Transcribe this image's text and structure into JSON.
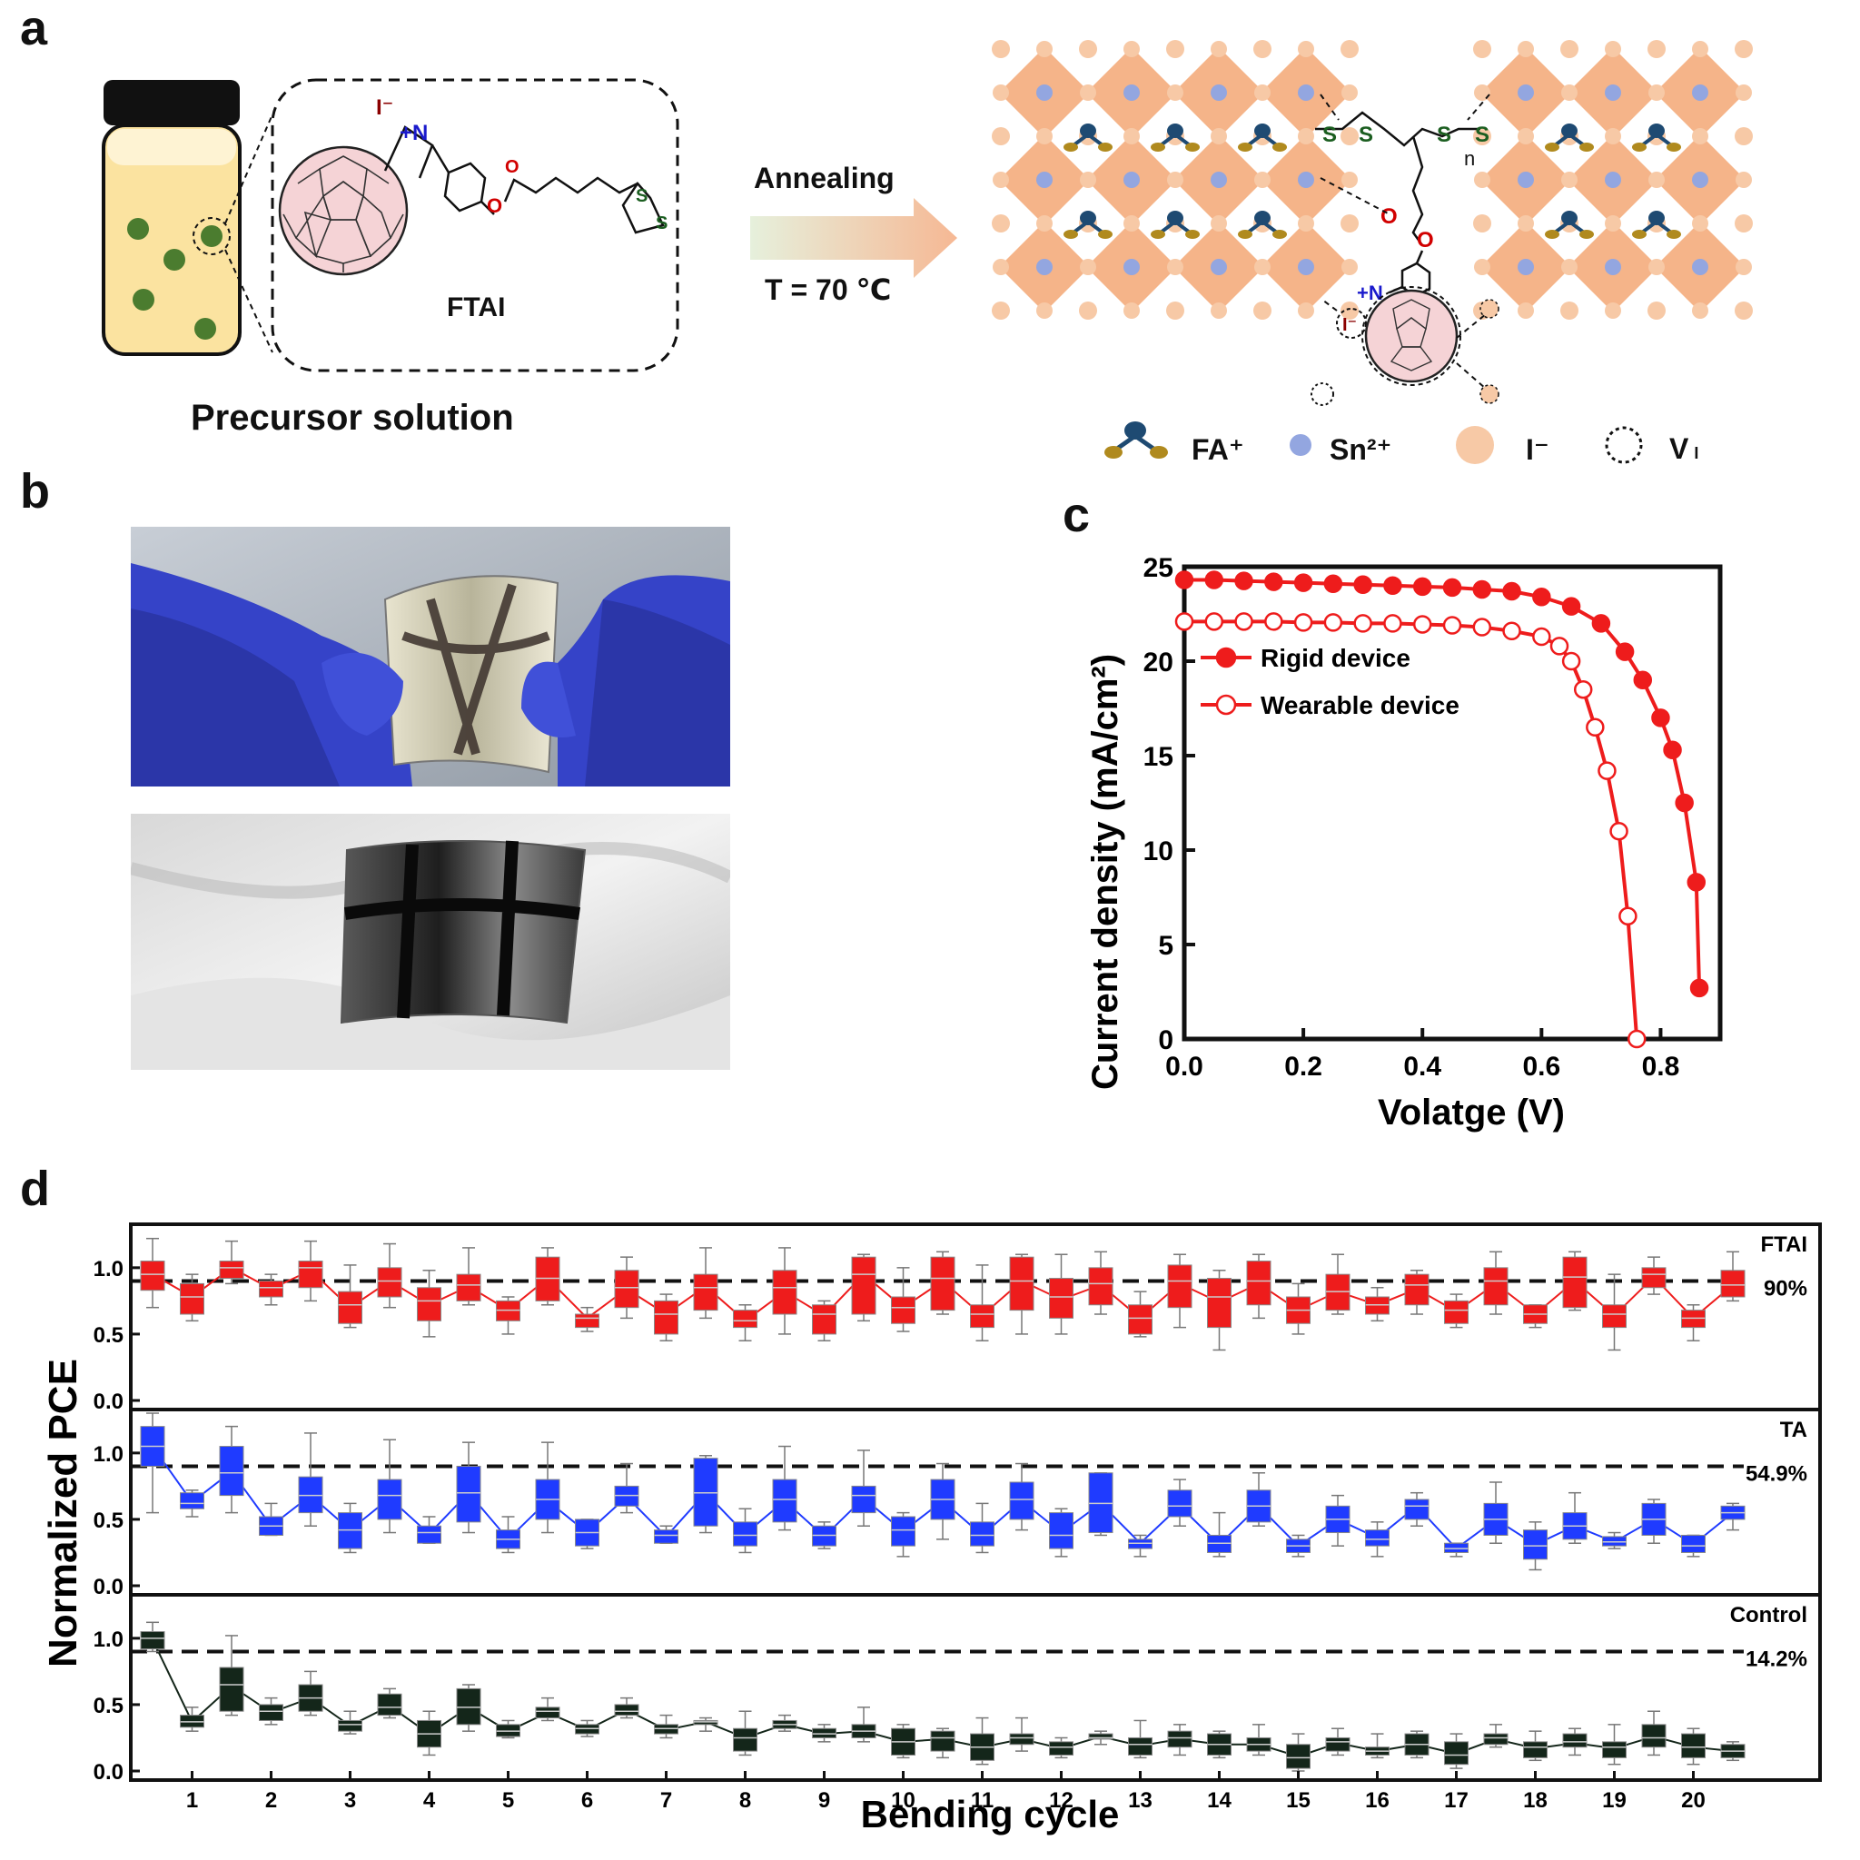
{
  "panels": {
    "a": "a",
    "b": "b",
    "c": "c",
    "d": "d"
  },
  "panel_a": {
    "precursor_label": "Precursor solution",
    "molecule_label": "FTAI",
    "arrow_top": "Annealing",
    "arrow_bottom": "T = 70 ℃",
    "legend": [
      "FA⁺",
      "Sn²⁺",
      "I⁻",
      "V"
    ],
    "legend_vacancy_sub": "I",
    "atoms": {
      "I_minus": "I⁻",
      "N_plus": "+N",
      "O": "O",
      "S": "S",
      "n": "n"
    }
  },
  "colors": {
    "red": "#ee1c1c",
    "blue": "#1f3bff",
    "dark": "#14261a",
    "octahedron": "#f4b083",
    "iodide": "#f7c9a6",
    "tin": "#93a6e0",
    "fa_body": "#1e4a72",
    "fa_end": "#b08a1e",
    "vial_liquid": "#fbe3a0",
    "droplet": "#4b7c2f",
    "fullerene": "#f5d3d6",
    "glove": "#3543c8"
  },
  "chart_data": [
    {
      "panel": "c",
      "type": "line",
      "xlabel": "Volatge (V)",
      "ylabel": "Current density (mA/cm²)",
      "xlim": [
        0,
        0.9
      ],
      "ylim": [
        0,
        25
      ],
      "x_ticks": [
        "0.0",
        "0.2",
        "0.4",
        "0.6",
        "0.8"
      ],
      "y_ticks": [
        "0",
        "5",
        "10",
        "15",
        "20",
        "25"
      ],
      "legend_position": "upper-left",
      "series": [
        {
          "name": "Rigid device",
          "marker": "filled-circle",
          "x": [
            0.0,
            0.05,
            0.1,
            0.15,
            0.2,
            0.25,
            0.3,
            0.35,
            0.4,
            0.45,
            0.5,
            0.55,
            0.6,
            0.65,
            0.7,
            0.74,
            0.77,
            0.8,
            0.82,
            0.84,
            0.86,
            0.865
          ],
          "y": [
            24.3,
            24.3,
            24.25,
            24.2,
            24.15,
            24.1,
            24.05,
            24.0,
            23.95,
            23.9,
            23.8,
            23.7,
            23.4,
            22.9,
            22.0,
            20.5,
            19.0,
            17.0,
            15.3,
            12.5,
            8.3,
            2.7
          ]
        },
        {
          "name": "Wearable device",
          "marker": "open-circle",
          "x": [
            0.0,
            0.05,
            0.1,
            0.15,
            0.2,
            0.25,
            0.3,
            0.35,
            0.4,
            0.45,
            0.5,
            0.55,
            0.6,
            0.63,
            0.65,
            0.67,
            0.69,
            0.71,
            0.73,
            0.745,
            0.76
          ],
          "y": [
            22.1,
            22.1,
            22.1,
            22.1,
            22.05,
            22.05,
            22.0,
            22.0,
            21.95,
            21.9,
            21.8,
            21.6,
            21.3,
            20.8,
            20.0,
            18.5,
            16.5,
            14.2,
            11.0,
            6.5,
            0.0
          ]
        }
      ]
    },
    {
      "panel": "d",
      "type": "box",
      "xlabel": "Bending cycle",
      "ylabel": "Normalized PCE",
      "ylim": [
        0,
        1.3
      ],
      "y_ticks": [
        "0.0",
        "0.5",
        "1.0"
      ],
      "x_ticks": [
        "1",
        "2",
        "3",
        "4",
        "5",
        "6",
        "7",
        "8",
        "9",
        "10",
        "11",
        "12",
        "13",
        "14",
        "15",
        "16",
        "17",
        "18",
        "19",
        "20"
      ],
      "reference_line": 0.9,
      "series": [
        {
          "name": "FTAI",
          "retention": "90%",
          "color": "#ee1c1c",
          "median": [
            0.95,
            0.78,
            1.0,
            0.85,
            1.0,
            0.72,
            0.9,
            0.75,
            0.87,
            0.68,
            0.92,
            0.62,
            0.85,
            0.65,
            0.85,
            0.6,
            0.85,
            0.65,
            0.95,
            0.7,
            0.92,
            0.65,
            0.9,
            0.78,
            0.88,
            0.62,
            0.9,
            0.78,
            0.9,
            0.68,
            0.82,
            0.72,
            0.87,
            0.68,
            0.9,
            0.65,
            0.93,
            0.65,
            0.95,
            0.62,
            0.87
          ],
          "q1": [
            0.83,
            0.65,
            0.92,
            0.78,
            0.85,
            0.58,
            0.78,
            0.6,
            0.75,
            0.6,
            0.75,
            0.55,
            0.7,
            0.5,
            0.68,
            0.55,
            0.65,
            0.5,
            0.65,
            0.58,
            0.68,
            0.55,
            0.68,
            0.62,
            0.72,
            0.5,
            0.7,
            0.55,
            0.72,
            0.58,
            0.68,
            0.65,
            0.72,
            0.58,
            0.72,
            0.58,
            0.7,
            0.55,
            0.85,
            0.55,
            0.78
          ],
          "q3": [
            1.05,
            0.88,
            1.05,
            0.9,
            1.05,
            0.82,
            1.0,
            0.85,
            0.95,
            0.75,
            1.08,
            0.65,
            0.98,
            0.75,
            0.95,
            0.68,
            0.98,
            0.72,
            1.08,
            0.78,
            1.08,
            0.72,
            1.08,
            0.92,
            1.0,
            0.72,
            1.02,
            0.92,
            1.05,
            0.78,
            0.95,
            0.78,
            0.95,
            0.75,
            1.0,
            0.72,
            1.08,
            0.72,
            1.0,
            0.68,
            0.98
          ],
          "lo": [
            0.7,
            0.6,
            0.88,
            0.72,
            0.75,
            0.55,
            0.7,
            0.48,
            0.72,
            0.5,
            0.72,
            0.52,
            0.62,
            0.45,
            0.62,
            0.45,
            0.5,
            0.45,
            0.6,
            0.52,
            0.65,
            0.45,
            0.5,
            0.5,
            0.65,
            0.48,
            0.55,
            0.38,
            0.62,
            0.5,
            0.65,
            0.6,
            0.65,
            0.55,
            0.65,
            0.55,
            0.68,
            0.38,
            0.8,
            0.45,
            0.75
          ],
          "hi": [
            1.22,
            0.95,
            1.2,
            0.95,
            1.2,
            1.02,
            1.18,
            0.98,
            1.15,
            0.78,
            1.15,
            0.7,
            1.08,
            0.8,
            1.15,
            0.72,
            1.15,
            0.75,
            1.1,
            1.0,
            1.12,
            1.02,
            1.1,
            1.1,
            1.12,
            0.82,
            1.1,
            0.98,
            1.1,
            0.88,
            1.1,
            0.85,
            0.98,
            0.8,
            1.12,
            0.72,
            1.12,
            0.95,
            1.08,
            0.72,
            1.12
          ],
          "mean": [
            0.95,
            0.78,
            1.0,
            0.84,
            0.98,
            0.7,
            0.9,
            0.72,
            0.86,
            0.68,
            0.92,
            0.62,
            0.84,
            0.65,
            0.86,
            0.6,
            0.82,
            0.64,
            0.95,
            0.7,
            0.9,
            0.64,
            0.9,
            0.76,
            0.87,
            0.62,
            0.88,
            0.74,
            0.88,
            0.68,
            0.82,
            0.72,
            0.84,
            0.67,
            0.88,
            0.65,
            0.9,
            0.64,
            0.93,
            0.62,
            0.87
          ]
        },
        {
          "name": "TA",
          "retention": "54.9%",
          "color": "#1f3bff",
          "median": [
            1.05,
            0.62,
            0.85,
            0.45,
            0.68,
            0.42,
            0.68,
            0.4,
            0.7,
            0.35,
            0.65,
            0.4,
            0.68,
            0.38,
            0.7,
            0.38,
            0.65,
            0.38,
            0.68,
            0.42,
            0.65,
            0.38,
            0.65,
            0.38,
            0.62,
            0.32,
            0.6,
            0.32,
            0.6,
            0.3,
            0.5,
            0.35,
            0.6,
            0.28,
            0.5,
            0.3,
            0.45,
            0.33,
            0.5,
            0.3,
            0.55
          ],
          "q1": [
            0.9,
            0.58,
            0.68,
            0.38,
            0.55,
            0.28,
            0.5,
            0.32,
            0.48,
            0.28,
            0.5,
            0.3,
            0.6,
            0.32,
            0.45,
            0.3,
            0.48,
            0.3,
            0.55,
            0.3,
            0.5,
            0.3,
            0.5,
            0.28,
            0.4,
            0.28,
            0.52,
            0.25,
            0.48,
            0.25,
            0.4,
            0.3,
            0.5,
            0.25,
            0.38,
            0.2,
            0.35,
            0.3,
            0.38,
            0.25,
            0.5
          ],
          "q3": [
            1.2,
            0.7,
            1.05,
            0.52,
            0.82,
            0.55,
            0.8,
            0.45,
            0.9,
            0.42,
            0.8,
            0.5,
            0.75,
            0.42,
            0.96,
            0.48,
            0.8,
            0.45,
            0.75,
            0.52,
            0.8,
            0.48,
            0.78,
            0.55,
            0.85,
            0.35,
            0.72,
            0.38,
            0.72,
            0.35,
            0.6,
            0.42,
            0.65,
            0.32,
            0.62,
            0.42,
            0.55,
            0.37,
            0.62,
            0.38,
            0.6
          ],
          "lo": [
            0.55,
            0.52,
            0.55,
            0.38,
            0.45,
            0.25,
            0.4,
            0.32,
            0.4,
            0.25,
            0.4,
            0.28,
            0.55,
            0.32,
            0.4,
            0.25,
            0.42,
            0.28,
            0.45,
            0.22,
            0.35,
            0.25,
            0.42,
            0.22,
            0.38,
            0.22,
            0.45,
            0.22,
            0.45,
            0.22,
            0.3,
            0.22,
            0.45,
            0.22,
            0.32,
            0.12,
            0.32,
            0.28,
            0.32,
            0.22,
            0.42
          ],
          "hi": [
            1.3,
            0.72,
            1.2,
            0.62,
            1.15,
            0.62,
            1.1,
            0.52,
            1.08,
            0.52,
            1.08,
            0.5,
            0.92,
            0.45,
            0.98,
            0.58,
            1.05,
            0.48,
            1.02,
            0.55,
            0.92,
            0.62,
            0.92,
            0.58,
            0.85,
            0.38,
            0.8,
            0.55,
            0.85,
            0.38,
            0.68,
            0.48,
            0.7,
            0.32,
            0.78,
            0.48,
            0.7,
            0.4,
            0.65,
            0.38,
            0.62
          ],
          "mean": [
            1.05,
            0.63,
            0.86,
            0.45,
            0.68,
            0.42,
            0.66,
            0.39,
            0.7,
            0.35,
            0.64,
            0.4,
            0.67,
            0.37,
            0.7,
            0.39,
            0.64,
            0.37,
            0.66,
            0.41,
            0.64,
            0.38,
            0.64,
            0.4,
            0.62,
            0.32,
            0.6,
            0.31,
            0.6,
            0.3,
            0.5,
            0.36,
            0.6,
            0.28,
            0.5,
            0.31,
            0.45,
            0.33,
            0.5,
            0.31,
            0.55
          ]
        },
        {
          "name": "Control",
          "retention": "14.2%",
          "color": "#14261a",
          "median": [
            1.0,
            0.37,
            0.65,
            0.45,
            0.55,
            0.35,
            0.48,
            0.28,
            0.48,
            0.3,
            0.45,
            0.32,
            0.45,
            0.32,
            0.37,
            0.25,
            0.35,
            0.28,
            0.3,
            0.22,
            0.25,
            0.18,
            0.25,
            0.18,
            0.25,
            0.2,
            0.25,
            0.2,
            0.2,
            0.1,
            0.22,
            0.15,
            0.2,
            0.12,
            0.25,
            0.18,
            0.22,
            0.18,
            0.25,
            0.18,
            0.15
          ],
          "q1": [
            0.92,
            0.33,
            0.45,
            0.38,
            0.45,
            0.3,
            0.42,
            0.18,
            0.35,
            0.26,
            0.4,
            0.28,
            0.42,
            0.28,
            0.35,
            0.15,
            0.32,
            0.25,
            0.25,
            0.12,
            0.15,
            0.08,
            0.2,
            0.12,
            0.24,
            0.12,
            0.18,
            0.12,
            0.15,
            0.02,
            0.15,
            0.12,
            0.12,
            0.05,
            0.2,
            0.1,
            0.18,
            0.1,
            0.18,
            0.1,
            0.1
          ],
          "q3": [
            1.05,
            0.42,
            0.78,
            0.5,
            0.65,
            0.38,
            0.58,
            0.38,
            0.62,
            0.35,
            0.48,
            0.35,
            0.5,
            0.35,
            0.38,
            0.32,
            0.38,
            0.32,
            0.35,
            0.32,
            0.3,
            0.28,
            0.28,
            0.22,
            0.28,
            0.25,
            0.3,
            0.28,
            0.25,
            0.2,
            0.25,
            0.18,
            0.28,
            0.22,
            0.28,
            0.22,
            0.28,
            0.22,
            0.35,
            0.28,
            0.2
          ],
          "lo": [
            0.9,
            0.3,
            0.42,
            0.35,
            0.42,
            0.28,
            0.4,
            0.12,
            0.3,
            0.25,
            0.38,
            0.26,
            0.4,
            0.25,
            0.3,
            0.12,
            0.3,
            0.22,
            0.22,
            0.1,
            0.1,
            0.05,
            0.15,
            0.1,
            0.2,
            0.1,
            0.12,
            0.1,
            0.12,
            0.0,
            0.12,
            0.1,
            0.1,
            0.02,
            0.18,
            0.08,
            0.12,
            0.05,
            0.12,
            0.05,
            0.08
          ],
          "hi": [
            1.12,
            0.48,
            1.02,
            0.55,
            0.75,
            0.45,
            0.62,
            0.45,
            0.65,
            0.38,
            0.55,
            0.38,
            0.55,
            0.42,
            0.4,
            0.45,
            0.42,
            0.35,
            0.48,
            0.35,
            0.32,
            0.4,
            0.4,
            0.25,
            0.3,
            0.38,
            0.35,
            0.3,
            0.35,
            0.28,
            0.32,
            0.28,
            0.3,
            0.28,
            0.35,
            0.3,
            0.32,
            0.35,
            0.45,
            0.32,
            0.22
          ],
          "mean": [
            0.99,
            0.37,
            0.64,
            0.44,
            0.55,
            0.34,
            0.49,
            0.28,
            0.48,
            0.3,
            0.44,
            0.31,
            0.46,
            0.31,
            0.37,
            0.25,
            0.35,
            0.28,
            0.3,
            0.22,
            0.24,
            0.18,
            0.24,
            0.17,
            0.26,
            0.19,
            0.24,
            0.2,
            0.2,
            0.11,
            0.21,
            0.15,
            0.2,
            0.13,
            0.24,
            0.17,
            0.21,
            0.17,
            0.26,
            0.18,
            0.15
          ]
        }
      ]
    }
  ]
}
